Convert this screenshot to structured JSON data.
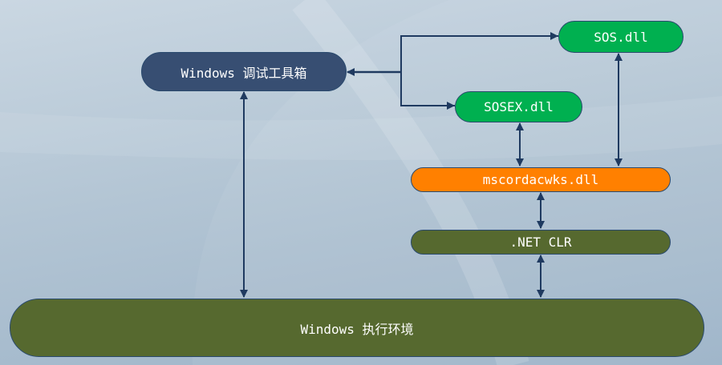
{
  "nodes": {
    "debug_tools": {
      "label": "Windows 调试工具箱",
      "color": "#374e72"
    },
    "sos": {
      "label": "SOS.dll",
      "color": "#00b050"
    },
    "sosex": {
      "label": "SOSEX.dll",
      "color": "#00b050"
    },
    "mscordacwks": {
      "label": "mscordacwks.dll",
      "color": "#ff8000"
    },
    "clr": {
      "label": ".NET CLR",
      "color": "#56692f"
    },
    "exec_env": {
      "label": "Windows 执行环境",
      "color": "#56692f"
    }
  },
  "arrow_color": "#1f3a60"
}
